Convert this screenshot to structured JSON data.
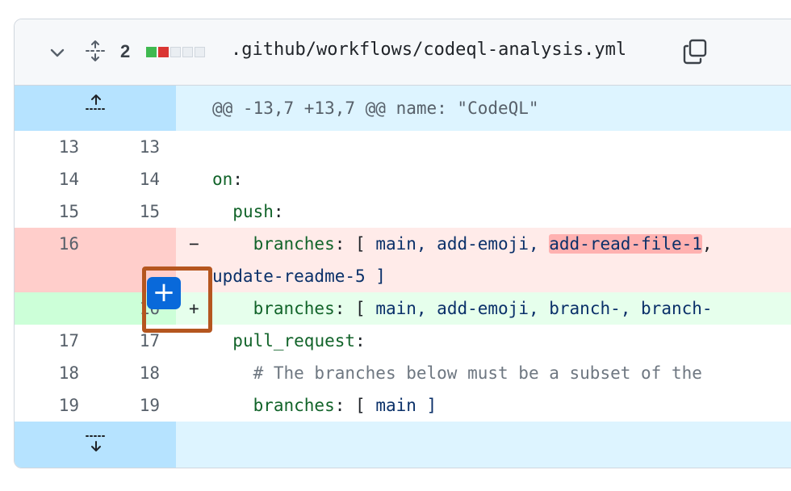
{
  "file": {
    "changes_count": "2",
    "path": ".github/workflows/codeql-analysis.yml",
    "diffstat": [
      "add",
      "del",
      "neu",
      "neu",
      "neu"
    ]
  },
  "hunk_header": "@@ -13,7 +13,7 @@ name: \"CodeQL\"",
  "lines": [
    {
      "old": "13",
      "new": "13"
    },
    {
      "old": "14",
      "new": "14",
      "kw": "on",
      "punct": ":"
    },
    {
      "old": "15",
      "new": "15",
      "kw": "push",
      "punct": ":"
    },
    {
      "old": "16",
      "marker": "−",
      "kw": "branches",
      "sep": ": [ ",
      "items": "main, add-emoji, ",
      "hl": "add-read-file-1",
      "tail": ",",
      "wrap": "update-readme-5 ]"
    },
    {
      "new": "16",
      "marker": "+",
      "kw": "branches",
      "sep": ": [ ",
      "items": "main, add-emoji, branch-, branch-"
    },
    {
      "old": "17",
      "new": "17",
      "kw": "pull_request",
      "punct": ":"
    },
    {
      "old": "18",
      "new": "18",
      "comment": "# The branches below must be a subset of the"
    },
    {
      "old": "19",
      "new": "19",
      "kw": "branches",
      "sep": ": [ ",
      "items": "main ]"
    }
  ],
  "plus_button": "+",
  "colors": {
    "hunk_bg": "#ddf4ff",
    "deletion_bg": "#ffebe9",
    "addition_bg": "#e6ffec",
    "accent_blue": "#0969da",
    "highlight_outline": "#b5561f"
  },
  "icons": [
    "chevron-down-icon",
    "expand-all-icon",
    "copy-icon",
    "expand-up-icon",
    "expand-down-icon",
    "plus-icon"
  ]
}
